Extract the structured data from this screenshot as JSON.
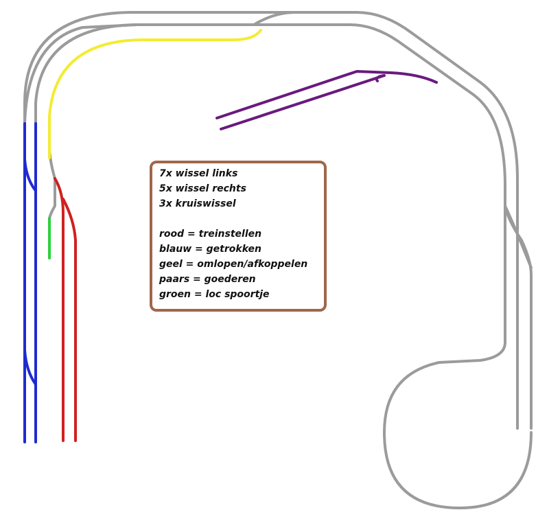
{
  "legend": {
    "counts": [
      "7x wissel links",
      "5x wissel rechts",
      "3x kruiswissel"
    ],
    "colors": [
      {
        "text": "rood = treinstellen",
        "color": "#d02020"
      },
      {
        "text": "blauw = getrokken",
        "color": "#1f2bd0"
      },
      {
        "text": "geel = omlopen/afkoppelen",
        "color": "#f3ec31"
      },
      {
        "text": "paars = goederen",
        "color": "#6a1a7d"
      },
      {
        "text": "groen = loc spoortje",
        "color": "#2bd13a"
      }
    ]
  },
  "colors": {
    "track": "#9b9b9b",
    "border": "#a0664a"
  }
}
